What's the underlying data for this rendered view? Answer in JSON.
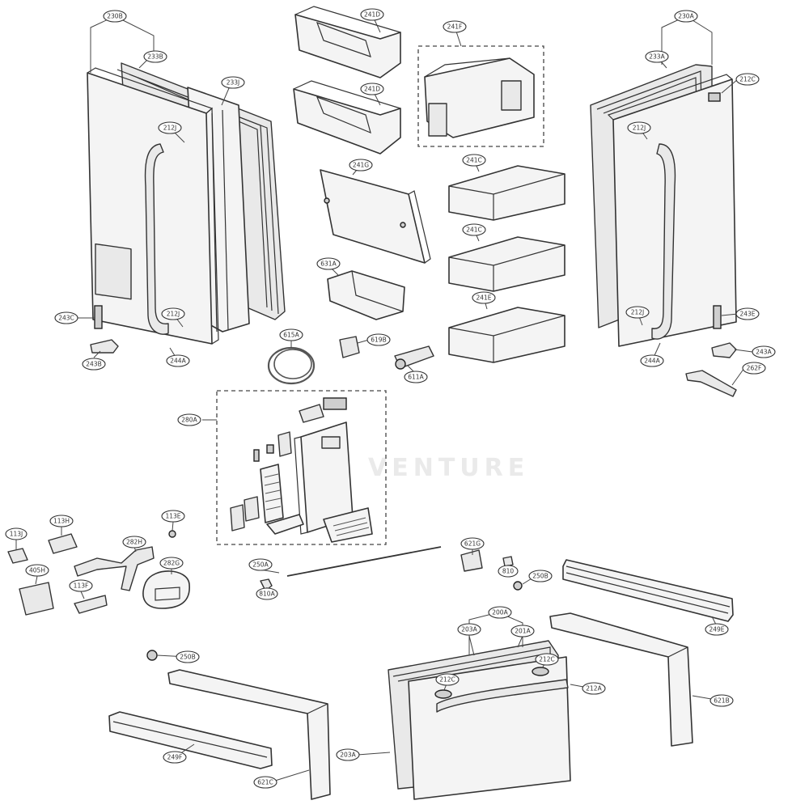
{
  "diagram": {
    "watermark": "VENTURE",
    "callouts": [
      {
        "id": "c230B",
        "label": "230B"
      },
      {
        "id": "c233B",
        "label": "233B"
      },
      {
        "id": "c233J",
        "label": "233J"
      },
      {
        "id": "c212J_l",
        "label": "212J"
      },
      {
        "id": "c212J_l2",
        "label": "212J"
      },
      {
        "id": "c243C",
        "label": "243C"
      },
      {
        "id": "c243B",
        "label": "243B"
      },
      {
        "id": "c244A_l",
        "label": "244A"
      },
      {
        "id": "c241D_1",
        "label": "241D"
      },
      {
        "id": "c241D_2",
        "label": "241D"
      },
      {
        "id": "c241F",
        "label": "241F"
      },
      {
        "id": "c241G",
        "label": "241G"
      },
      {
        "id": "c241C_1",
        "label": "241C"
      },
      {
        "id": "c241C_2",
        "label": "241C"
      },
      {
        "id": "c241E",
        "label": "241E"
      },
      {
        "id": "c631A",
        "label": "631A"
      },
      {
        "id": "c615A",
        "label": "615A"
      },
      {
        "id": "c619B",
        "label": "619B"
      },
      {
        "id": "c611A",
        "label": "611A"
      },
      {
        "id": "c230A",
        "label": "230A"
      },
      {
        "id": "c233A",
        "label": "233A"
      },
      {
        "id": "c212C_r",
        "label": "212C"
      },
      {
        "id": "c212J_r",
        "label": "212J"
      },
      {
        "id": "c212J_r2",
        "label": "212J"
      },
      {
        "id": "c243E",
        "label": "243E"
      },
      {
        "id": "c243A",
        "label": "243A"
      },
      {
        "id": "c244A_r",
        "label": "244A"
      },
      {
        "id": "c262F",
        "label": "262F"
      },
      {
        "id": "c280A",
        "label": "280A"
      },
      {
        "id": "c113J",
        "label": "113J"
      },
      {
        "id": "c113H",
        "label": "113H"
      },
      {
        "id": "c113E",
        "label": "113E"
      },
      {
        "id": "c282H",
        "label": "282H"
      },
      {
        "id": "c282G",
        "label": "282G"
      },
      {
        "id": "c405H",
        "label": "405H"
      },
      {
        "id": "c113F",
        "label": "113F"
      },
      {
        "id": "c250A",
        "label": "250A"
      },
      {
        "id": "c810A",
        "label": "810A"
      },
      {
        "id": "c621G",
        "label": "621G"
      },
      {
        "id": "c810",
        "label": "810"
      },
      {
        "id": "c250B_1",
        "label": "250B"
      },
      {
        "id": "c249E",
        "label": "249E"
      },
      {
        "id": "c200A",
        "label": "200A"
      },
      {
        "id": "c203A",
        "label": "203A"
      },
      {
        "id": "c201A",
        "label": "201A"
      },
      {
        "id": "c212C_b1",
        "label": "212C"
      },
      {
        "id": "c212C_b2",
        "label": "212C"
      },
      {
        "id": "c212A",
        "label": "212A"
      },
      {
        "id": "c621B",
        "label": "621B"
      },
      {
        "id": "c250B_2",
        "label": "250B"
      },
      {
        "id": "c249F",
        "label": "249F"
      },
      {
        "id": "c621C",
        "label": "621C"
      },
      {
        "id": "c203A_2",
        "label": "203A"
      }
    ]
  }
}
